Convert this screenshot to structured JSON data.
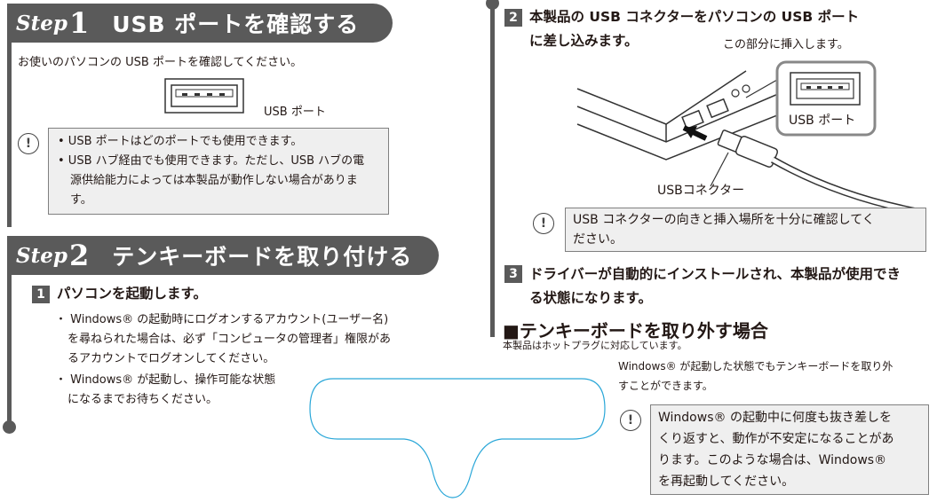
{
  "step1": {
    "word": "Step",
    "num": "1",
    "title": "USB ポートを確認する",
    "instruction": "お使いのパソコンの USB ポートを確認してください。",
    "port_label": "USB ポート",
    "notes": [
      "• USB ポートはどのポートでも使用できます。",
      "• USB ハブ経由でも使用できます。ただし、USB ハブの電",
      "源供給能力によっては本製品が動作しない場合がありま",
      "す。"
    ]
  },
  "step2": {
    "word": "Step",
    "num": "2",
    "title": "テンキーボードを取り付ける",
    "item1_num": "1",
    "item1": "パソコンを起動します。",
    "bullet1": [
      "・ Windows® の起動時にログオンするアカウント(ユーザー名)",
      "を尋ねられた場合は、必ず「コンピュータの管理者」権限があ",
      "るアカウントでログオンしてください。"
    ],
    "bullet2": [
      "・ Windows® が起動し、操作可能な状態",
      "になるまでお待ちください。"
    ]
  },
  "right": {
    "item2_num": "2",
    "item2": [
      "本製品の USB コネクターをパソコンの USB ポート",
      "に差し込みます。"
    ],
    "insert_here": "この部分に挿入します。",
    "usb_port": "USB ポート",
    "usb_connector": "USBコネクター",
    "caution1": [
      "USB コネクターの向きと挿入場所を十分に確認してく",
      "ださい。"
    ],
    "item3_num": "3",
    "item3": [
      "ドライバーが自動的にインストールされ、本製品が使用でき",
      "る状態になります。"
    ],
    "remove_heading": "■テンキーボードを取り外す場合",
    "remove_text1": "本製品はホットプラグに対応しています。",
    "remove_text2": [
      "Windows® が起動した状態でもテンキーボードを取り外",
      "すことができます。"
    ],
    "caution2": [
      "Windows® の起動中に何度も抜き差しを",
      "くり返すと、動作が不安定になることがあ",
      "ります。このような場合は、Windows®",
      "を再起動してください。"
    ]
  }
}
